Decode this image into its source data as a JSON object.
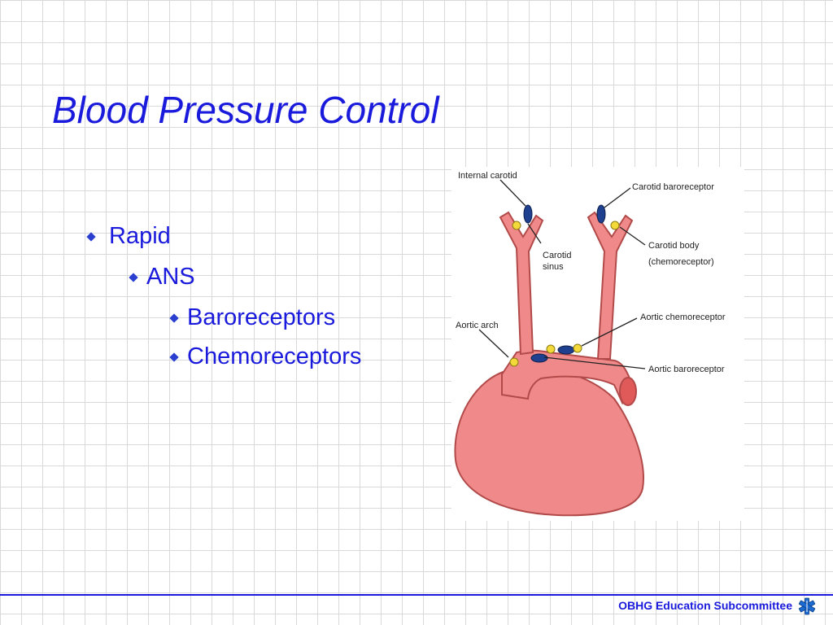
{
  "slide": {
    "title": "Blood Pressure Control"
  },
  "bullets": {
    "level1": "Rapid",
    "level2": "ANS",
    "level3": [
      "Baroreceptors",
      "Chemoreceptors"
    ]
  },
  "diagram": {
    "labels": {
      "internal_carotid": "Internal carotid",
      "carotid_baroreceptor": "Carotid baroreceptor",
      "carotid_sinus_1": "Carotid",
      "carotid_sinus_2": "sinus",
      "carotid_body_1": "Carotid body",
      "carotid_body_2": "(chemoreceptor)",
      "aortic_arch": "Aortic arch",
      "aortic_chemoreceptor": "Aortic chemoreceptor",
      "aortic_baroreceptor": "Aortic baroreceptor"
    },
    "colors": {
      "tissue": "#f08a8a",
      "tissue_outline": "#b24a4a",
      "baroreceptor": "#1f3f8f",
      "chemoreceptor": "#f4d93a"
    }
  },
  "footer": {
    "text": "OBHG Education Subcommittee",
    "icon": "star-of-life-icon"
  },
  "theme": {
    "accent": "#1a1adc"
  }
}
